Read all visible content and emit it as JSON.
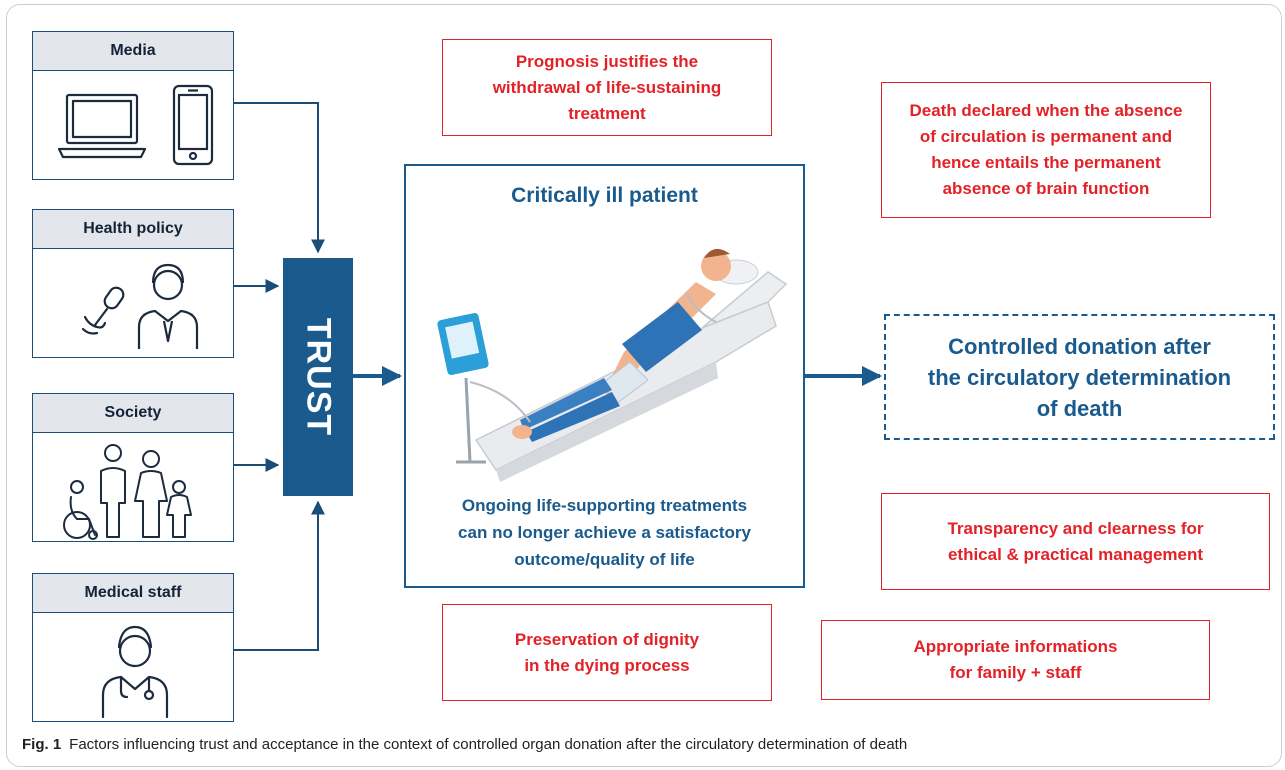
{
  "factors": [
    {
      "label": "Media",
      "icons": [
        "laptop-icon",
        "smartphone-icon"
      ]
    },
    {
      "label": "Health policy",
      "icons": [
        "microphone-icon",
        "politician-icon"
      ]
    },
    {
      "label": "Society",
      "icons": [
        "family-wheelchair-icon"
      ]
    },
    {
      "label": "Medical staff",
      "icons": [
        "doctor-icon"
      ]
    }
  ],
  "trust": {
    "label": "TRUST"
  },
  "patient": {
    "title": "Critically ill patient",
    "caption_lines": [
      "Ongoing life-supporting treatments",
      "can no longer achieve a satisfactory",
      "outcome/quality of life"
    ],
    "image": "patient-on-bed-illustration"
  },
  "principles": {
    "prognosis": [
      "Prognosis justifies the",
      "withdrawal of life-sustaining",
      "treatment"
    ],
    "death": [
      "Death declared when the absence",
      "of circulation is permanent and",
      "hence entails the permanent",
      "absence of brain function"
    ],
    "transparency": [
      "Transparency and clearness for",
      "ethical & practical management"
    ],
    "dignity": [
      "Preservation of dignity",
      "in the dying process"
    ],
    "information": [
      "Appropriate informations",
      "for family + staff"
    ]
  },
  "outcome": {
    "lines": [
      "Controlled donation after",
      "the circulatory determination",
      "of death"
    ]
  },
  "figure_caption": {
    "label": "Fig. 1",
    "text": "Factors influencing trust and acceptance in the context of controlled organ donation after the circulatory determination of death"
  },
  "colors": {
    "blue": "#1a5a8c",
    "red": "#e32228",
    "header_gray": "#e3e6ea"
  }
}
